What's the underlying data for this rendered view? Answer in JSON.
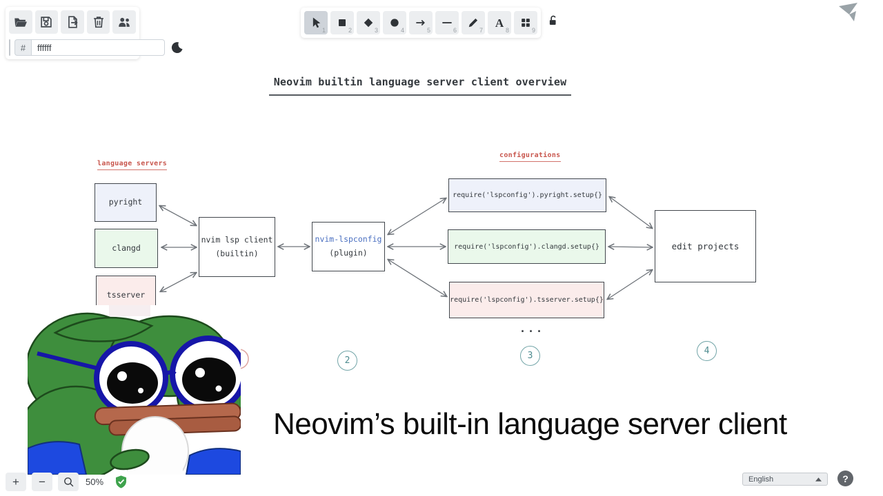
{
  "file_panel": {
    "buttons": [
      {
        "name": "open",
        "icon": "folder-open-icon"
      },
      {
        "name": "save",
        "icon": "floppy-icon"
      },
      {
        "name": "export",
        "icon": "file-export-icon"
      },
      {
        "name": "clear-canvas",
        "icon": "trash-icon"
      },
      {
        "name": "collaboration",
        "icon": "users-icon"
      }
    ],
    "background_color": {
      "hash": "#",
      "value": "ffffff",
      "swatch": "#ffffff"
    },
    "dark_mode_icon": "moon-icon"
  },
  "toolbar": {
    "tools": [
      {
        "name": "selection",
        "shortcut": "1",
        "selected": true
      },
      {
        "name": "rectangle",
        "shortcut": "2"
      },
      {
        "name": "diamond",
        "shortcut": "3"
      },
      {
        "name": "ellipse",
        "shortcut": "4"
      },
      {
        "name": "arrow",
        "shortcut": "5"
      },
      {
        "name": "line",
        "shortcut": "6"
      },
      {
        "name": "draw",
        "shortcut": "7"
      },
      {
        "name": "text",
        "shortcut": "8",
        "glyph": "A"
      },
      {
        "name": "library",
        "shortcut": "9"
      }
    ],
    "lock_icon": "unlocked-padlock-icon"
  },
  "diagram": {
    "title": "Neovim builtin language server client overview",
    "labels": {
      "language_servers": "language servers",
      "configurations": "configurations"
    },
    "boxes": {
      "pyright": "pyright",
      "clangd": "clangd",
      "tsserver": "tsserver",
      "client_line1": "nvim lsp client",
      "client_line2": "(builtin)",
      "plugin_line1": "nvim-lspconfig",
      "plugin_line2": "(plugin)",
      "cfg_pyright": "require('lspconfig').pyright.setup{}",
      "cfg_clangd": "require('lspconfig').clangd.setup{}",
      "cfg_tsserver": "require('lspconfig').tsserver.setup{}",
      "edit_projects": "edit projects"
    },
    "ellipsis": "...",
    "steps": {
      "two": "2",
      "three": "3",
      "four": "4"
    },
    "caption": "Neovim’s built-in language server client"
  },
  "statusbar": {
    "zoom_plus": "+",
    "zoom_minus": "−",
    "zoom_value": "50%",
    "language": "English",
    "help": "?"
  },
  "colors": {
    "accent_red": "#c8564d",
    "step_teal": "#4d8b8f",
    "plugin_blue": "#4a6fc0",
    "shield_green": "#3fa34d",
    "background_swatch": "#ffffff",
    "box_lavender": "#eef1fa",
    "box_green": "#eaf8eb",
    "box_pink": "#fbeceb"
  }
}
